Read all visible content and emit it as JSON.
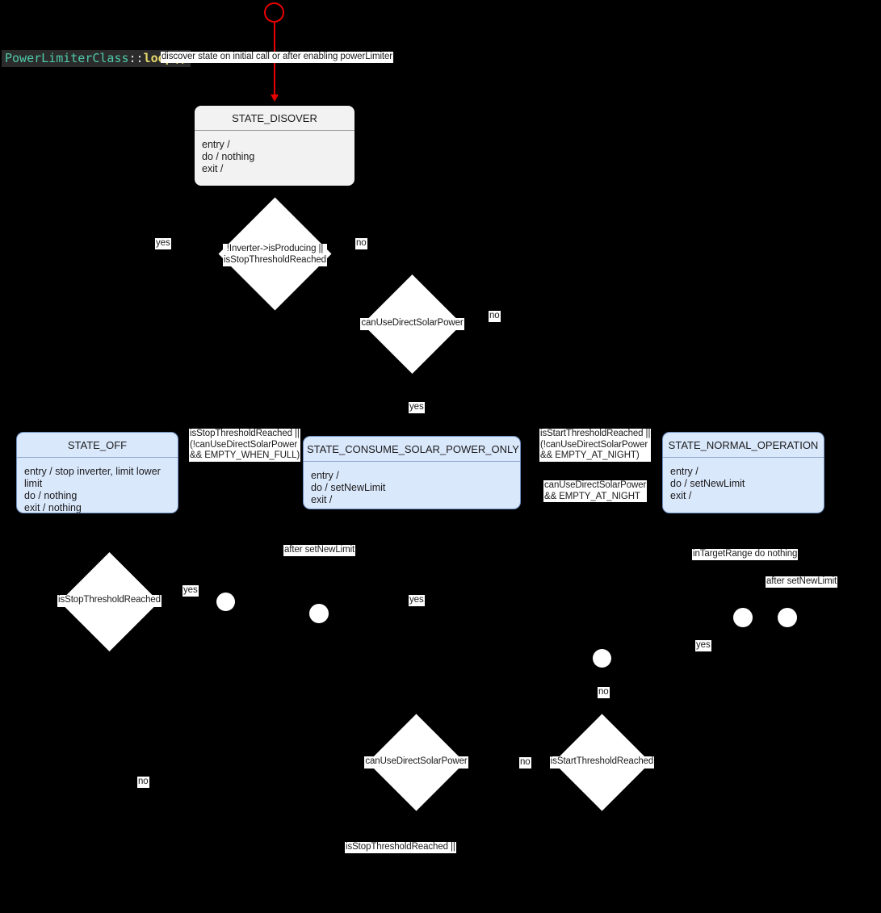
{
  "header": {
    "class_name": "PowerLimiterClass",
    "separator": "::",
    "method": "loop()"
  },
  "start_transition_label": "discover state on initial call or after enabling powerLimiter",
  "states": [
    {
      "key": "discover",
      "title": "STATE_DISOVER",
      "body": "entry /\ndo / nothing\nexit /"
    },
    {
      "key": "off",
      "title": "STATE_OFF",
      "body": "entry / stop inverter, limit lower limit\ndo / nothing\nexit / nothing"
    },
    {
      "key": "consume_solar",
      "title": "STATE_CONSUME_SOLAR_POWER_ONLY",
      "body": "entry /\ndo / setNewLimit\nexit /"
    },
    {
      "key": "normal",
      "title": "STATE_NORMAL_OPERATION",
      "body": "entry /\ndo / setNewLimit\nexit /"
    }
  ],
  "decisions": [
    {
      "key": "d1",
      "text": "!Inverter->isProducing ||\nisStopThresholdReached"
    },
    {
      "key": "d2",
      "text": "canUseDirectSolarPower"
    },
    {
      "key": "d3",
      "text": "isStopThresholdReached"
    },
    {
      "key": "d4",
      "text": "canUseDirectSolarPower"
    },
    {
      "key": "d5",
      "text": "isStartThresholdReached"
    }
  ],
  "guards": {
    "g_off_to_consume": "isStopThresholdReached ||\n(!canUseDirectSolarPower\n&& EMPTY_WHEN_FULL)",
    "g_start_threshold": "isStartThresholdReached ||\n(!canUseDirectSolarPower\n&& EMPTY_AT_NIGHT)",
    "g_can_use_night": "canUseDirectSolarPower\n&& EMPTY_AT_NIGHT",
    "g_after_set_new_limit_left": "after setNewLimit",
    "g_in_target_range": "inTargetRange do nothing",
    "g_after_set_new_limit_right": "after setNewLimit",
    "g_stop_threshold_partial": "isStopThresholdReached ||"
  },
  "branch_labels": {
    "yes_d1_left": "yes",
    "no_d1_right": "no",
    "no_d2_right": "no",
    "yes_d2_bottom": "yes",
    "yes_d3": "yes",
    "no_d3": "no",
    "yes_mid": "yes",
    "no_d4": "no",
    "no_d5_top": "no",
    "yes_right": "yes"
  }
}
